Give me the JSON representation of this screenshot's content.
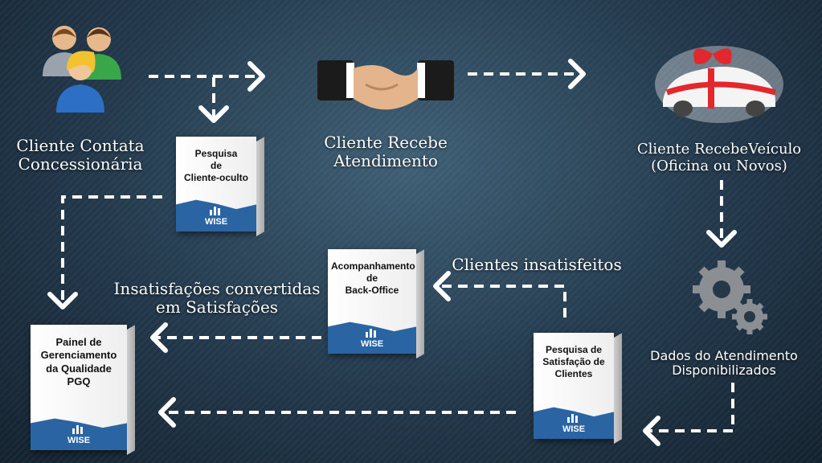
{
  "nodes": {
    "cliente_contata": "Cliente Contata\nConcessionária",
    "pesquisa_oculto": "Pesquisa\nde\nCliente-oculto",
    "cliente_recebe_atendimento": "Cliente Recebe\nAtendimento",
    "cliente_recebe_veiculo": "Cliente RecebeVeículo\n(Oficina ou Novos)",
    "clientes_insatisfeitos": "Clientes insatisfeitos",
    "acompanhamento": "Acompanhamento\nde\nBack-Office",
    "insatisfacoes": "Insatisfações convertidas\nem Satisfações",
    "dados_atendimento": "Dados do Atendimento\nDisponibilizados",
    "painel": "Painel de\nGerenciamento\nda Qualidade\nPGQ",
    "pesquisa_satisfacao": "Pesquisa de\nSatisfação de\nClientes"
  },
  "logo_text": "WISE",
  "icons": [
    "people-icon",
    "handshake-icon",
    "gift-car-icon",
    "gears-icon"
  ],
  "colors": {
    "box_blue": "#2a64a3",
    "arrow": "#ffffff",
    "gear": "#8b8f94",
    "ribbon": "#e0282d"
  }
}
